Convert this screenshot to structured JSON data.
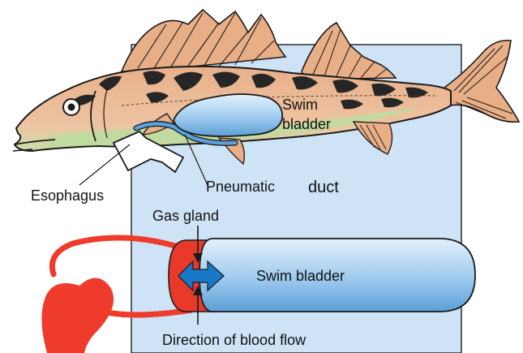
{
  "labels": {
    "swim_bladder_top_line1": "Swim",
    "swim_bladder_top_line2": "bladder",
    "esophagus": "Esophagus",
    "pneumatic": "Pneumatic",
    "duct": "duct",
    "gas_gland": "Gas gland",
    "swim_bladder_bottom": "Swim bladder",
    "direction_of_blood_flow": "Direction of blood flow"
  },
  "colors": {
    "panel": "#cfe3f7",
    "fish_body": "#e9b58e",
    "fish_belly": "#bfdca0",
    "fish_stripes": "#222222",
    "bladder_light": "#d6ebfa",
    "bladder_dark": "#5c9fd6",
    "gas_gland": "#e8392b",
    "blood_vessel": "#ee3b2b",
    "arrow": "#1a78c8",
    "outline": "#1a1a1a"
  }
}
